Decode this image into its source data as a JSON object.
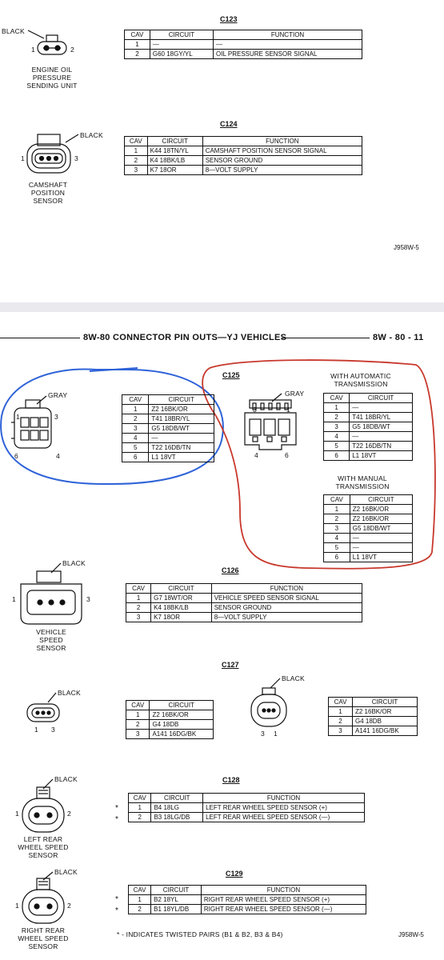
{
  "page_header": {
    "title": "8W-80 CONNECTOR PIN OUTS—YJ VEHICLES",
    "page_number": "8W - 80 - 11"
  },
  "drawing_codes": {
    "top": "J958W-5",
    "bottom": "J958W-5"
  },
  "c123": {
    "id": "C123",
    "color": "BLACK",
    "pins": [
      "1",
      "2"
    ],
    "component": [
      "ENGINE OIL",
      "PRESSURE",
      "SENDING UNIT"
    ],
    "columns": [
      "CAV",
      "CIRCUIT",
      "FUNCTION"
    ],
    "rows": [
      [
        "1",
        "—",
        "—"
      ],
      [
        "2",
        "G60 18GY/YL",
        "OIL PRESSURE SENSOR SIGNAL"
      ]
    ]
  },
  "c124": {
    "id": "C124",
    "color": "BLACK",
    "pins": [
      "1",
      "3"
    ],
    "component": [
      "CAMSHAFT",
      "POSITION",
      "SENSOR"
    ],
    "columns": [
      "CAV",
      "CIRCUIT",
      "FUNCTION"
    ],
    "rows": [
      [
        "1",
        "K44 18TN/YL",
        "CAMSHAFT POSITION SENSOR SIGNAL"
      ],
      [
        "2",
        "K4 18BK/LB",
        "SENSOR GROUND"
      ],
      [
        "3",
        "K7 18OR",
        "8—VOLT SUPPLY"
      ]
    ]
  },
  "left_gray": {
    "color": "GRAY",
    "pins": [
      "1",
      "3",
      "6",
      "4"
    ],
    "columns": [
      "CAV",
      "CIRCUIT"
    ],
    "rows": [
      [
        "1",
        "Z2 16BK/OR"
      ],
      [
        "2",
        "T41 18BR/YL"
      ],
      [
        "3",
        "G5 18DB/WT"
      ],
      [
        "4",
        "—"
      ],
      [
        "5",
        "T22 16DB/TN"
      ],
      [
        "6",
        "L1 18VT"
      ]
    ]
  },
  "c125": {
    "id": "C125",
    "color": "GRAY",
    "pins": [
      "3",
      "1",
      "4",
      "6"
    ],
    "automatic": {
      "label": [
        "WITH AUTOMATIC",
        "TRANSMISSION"
      ],
      "columns": [
        "CAV",
        "CIRCUIT"
      ],
      "rows": [
        [
          "1",
          "—"
        ],
        [
          "2",
          "T41 18BR/YL"
        ],
        [
          "3",
          "G5 18DB/WT"
        ],
        [
          "4",
          "—"
        ],
        [
          "5",
          "T22 16DB/TN"
        ],
        [
          "6",
          "L1 18VT"
        ]
      ]
    },
    "manual": {
      "label": [
        "WITH MANUAL",
        "TRANSMISSION"
      ],
      "columns": [
        "CAV",
        "CIRCUIT"
      ],
      "rows": [
        [
          "1",
          "Z2 16BK/OR"
        ],
        [
          "2",
          "Z2 16BK/OR"
        ],
        [
          "3",
          "G5 18DB/WT"
        ],
        [
          "4",
          "—"
        ],
        [
          "5",
          "—"
        ],
        [
          "6",
          "L1 18VT"
        ]
      ]
    }
  },
  "c126": {
    "id": "C126",
    "color": "BLACK",
    "pins": [
      "1",
      "3"
    ],
    "component": [
      "VEHICLE",
      "SPEED",
      "SENSOR"
    ],
    "columns": [
      "CAV",
      "CIRCUIT",
      "FUNCTION"
    ],
    "rows": [
      [
        "1",
        "G7 18WT/OR",
        "VEHICLE SPEED SENSOR SIGNAL"
      ],
      [
        "2",
        "K4 18BK/LB",
        "SENSOR GROUND"
      ],
      [
        "3",
        "K7 18OR",
        "8—VOLT SUPPLY"
      ]
    ]
  },
  "c127": {
    "id": "C127",
    "left": {
      "color": "BLACK",
      "pins": [
        "1",
        "3"
      ],
      "columns": [
        "CAV",
        "CIRCUIT"
      ],
      "rows": [
        [
          "1",
          "Z2 16BK/OR"
        ],
        [
          "2",
          "G4 18DB"
        ],
        [
          "3",
          "A141 16DG/BK"
        ]
      ]
    },
    "right": {
      "color": "BLACK",
      "pins": [
        "3",
        "1"
      ],
      "columns": [
        "CAV",
        "CIRCUIT"
      ],
      "rows": [
        [
          "1",
          "Z2 16BK/OR"
        ],
        [
          "2",
          "G4 18DB"
        ],
        [
          "3",
          "A141 16DG/BK"
        ]
      ]
    }
  },
  "c128": {
    "id": "C128",
    "color": "BLACK",
    "pins": [
      "1",
      "2"
    ],
    "component": [
      "LEFT REAR",
      "WHEEL SPEED",
      "SENSOR"
    ],
    "columns": [
      "CAV",
      "CIRCUIT",
      "FUNCTION"
    ],
    "rows": [
      [
        "1",
        "B4 18LG",
        "LEFT REAR WHEEL SPEED SENSOR (+)"
      ],
      [
        "2",
        "B3 18LG/DB",
        "LEFT REAR WHEEL SPEED SENSOR (—)"
      ]
    ],
    "marks": [
      "*",
      "*"
    ]
  },
  "c129": {
    "id": "C129",
    "color": "BLACK",
    "pins": [
      "1",
      "2"
    ],
    "component": [
      "RIGHT REAR",
      "WHEEL SPEED",
      "SENSOR"
    ],
    "columns": [
      "CAV",
      "CIRCUIT",
      "FUNCTION"
    ],
    "rows": [
      [
        "1",
        "B2 18YL",
        "RIGHT REAR WHEEL SPEED SENSOR (+)"
      ],
      [
        "2",
        "B1 18YL/DB",
        "RIGHT REAR WHEEL SPEED SENSOR (—)"
      ]
    ],
    "marks": [
      "*",
      "*"
    ]
  },
  "footnote": "* - INDICATES TWISTED PAIRS (B1 & B2, B3 & B4)",
  "annotation_colors": {
    "blue": "#2f63d8",
    "red": "#c8382c"
  }
}
